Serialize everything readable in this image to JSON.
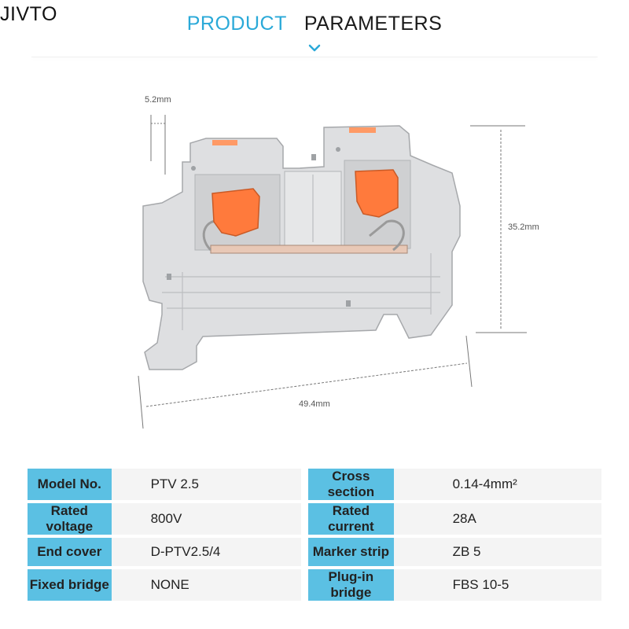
{
  "brand": "JIVTO",
  "header": {
    "word1": "PRODUCT",
    "word2": "PARAMETERS"
  },
  "dimensions": {
    "top_width": "5.2mm",
    "height": "35.2mm",
    "width": "49.4mm"
  },
  "colors": {
    "accent": "#5bc0e3",
    "header_accent": "#2aa9d8",
    "lever": "#ff7a3c",
    "housing": "#dcdcdc"
  },
  "icons": {
    "header_arrow": "chevron-down-icon"
  },
  "specs": [
    [
      {
        "label": "Model No.",
        "value": "PTV 2.5"
      },
      {
        "label": "Cross section",
        "value": "0.14-4mm²"
      }
    ],
    [
      {
        "label": "Rated voltage",
        "value": "800V"
      },
      {
        "label": "Rated current",
        "value": "28A"
      }
    ],
    [
      {
        "label": "End cover",
        "value": "D-PTV2.5/4"
      },
      {
        "label": "Marker strip",
        "value": "ZB 5"
      }
    ],
    [
      {
        "label": "Fixed bridge",
        "value": "NONE"
      },
      {
        "label": "Plug-in bridge",
        "value": "FBS 10-5"
      }
    ]
  ]
}
